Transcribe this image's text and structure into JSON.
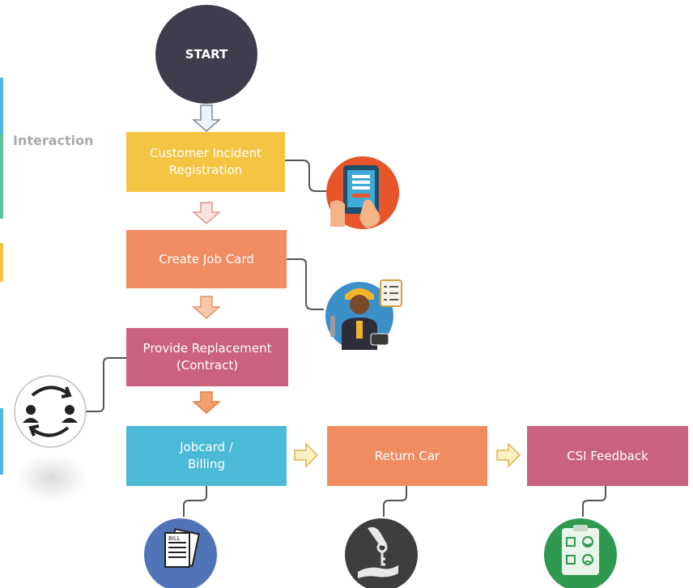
{
  "start": {
    "label": "START"
  },
  "side": {
    "interaction_label": "Interaction"
  },
  "steps": {
    "registration": "Customer Incident\nRegistration",
    "job_card": "Create Job Card",
    "replacement": "Provide Replacement\n(Contract)",
    "billing": "Jobcard /\nBilling",
    "return_car": "Return Car",
    "csi": "CSI Feedback"
  },
  "icons": {
    "registration": "tablet-register-icon",
    "job_card": "mechanic-checklist-icon",
    "replacement": "exchange-people-icon",
    "billing": "bill-icon",
    "return_car": "key-handover-icon",
    "csi": "feedback-clipboard-icon"
  },
  "colors": {
    "start": "#3d3d4e",
    "registration": "#f4c542",
    "job_card": "#f08c5f",
    "replacement": "#c9627e",
    "billing": "#4bbad6",
    "return_car": "#f08c5f",
    "csi": "#c9627e"
  }
}
